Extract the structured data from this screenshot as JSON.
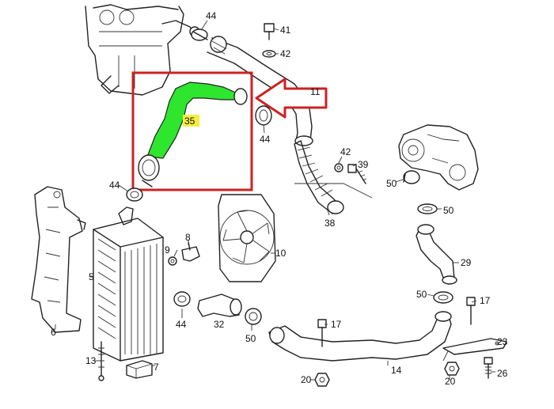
{
  "diagram": {
    "highlight_color": "#2ee62e",
    "frame_color": "#cc2222",
    "label_highlight_color": "#f5ee40",
    "callouts": {
      "l44a": "44",
      "l41": "41",
      "l42a": "42",
      "l11": "11",
      "l35": "35",
      "l44b": "44",
      "l42b": "42",
      "l39": "39",
      "l50a": "50",
      "l50b": "50",
      "l44c": "44",
      "l38": "38",
      "l8": "8",
      "l9": "9",
      "l10": "10",
      "l5": "5",
      "l29": "29",
      "l50c": "50",
      "l17a": "17",
      "l6": "6",
      "l44d": "44",
      "l32": "32",
      "l50d": "50",
      "l17b": "17",
      "l23": "23",
      "l13": "13",
      "l7": "7",
      "l14": "14",
      "l20a": "20",
      "l20b": "20",
      "l26": "26"
    }
  }
}
